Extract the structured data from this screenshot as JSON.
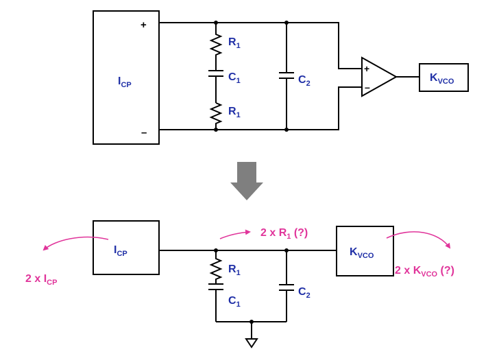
{
  "top": {
    "icp": {
      "main": "I",
      "sub": "CP"
    },
    "plus": "+",
    "minus": "–",
    "r1_upper": {
      "main": "R",
      "sub": "1"
    },
    "c1": {
      "main": "C",
      "sub": "1"
    },
    "r1_lower": {
      "main": "R",
      "sub": "1"
    },
    "c2": {
      "main": "C",
      "sub": "2"
    },
    "opamp_plus": "+",
    "opamp_minus": "–",
    "kvco": {
      "main": "K",
      "sub": "VCO"
    }
  },
  "bottom": {
    "icp": {
      "main": "I",
      "sub": "CP"
    },
    "r1": {
      "main": "R",
      "sub": "1"
    },
    "c1": {
      "main": "C",
      "sub": "1"
    },
    "c2": {
      "main": "C",
      "sub": "2"
    },
    "kvco": {
      "main": "K",
      "sub": "VCO"
    }
  },
  "annotations": {
    "icp_scale": {
      "prefix": "2 x I",
      "sub": "CP",
      "suffix": ""
    },
    "r1_scale": {
      "prefix": "2 x R",
      "sub": "1",
      "suffix": " (?)"
    },
    "kvco_scale": {
      "prefix": "2 x K",
      "sub": "VCO",
      "suffix": " (?)"
    }
  },
  "colors": {
    "label": "#1f2fa6",
    "annotation": "#e0349a",
    "arrow": "#7f7f7f"
  }
}
